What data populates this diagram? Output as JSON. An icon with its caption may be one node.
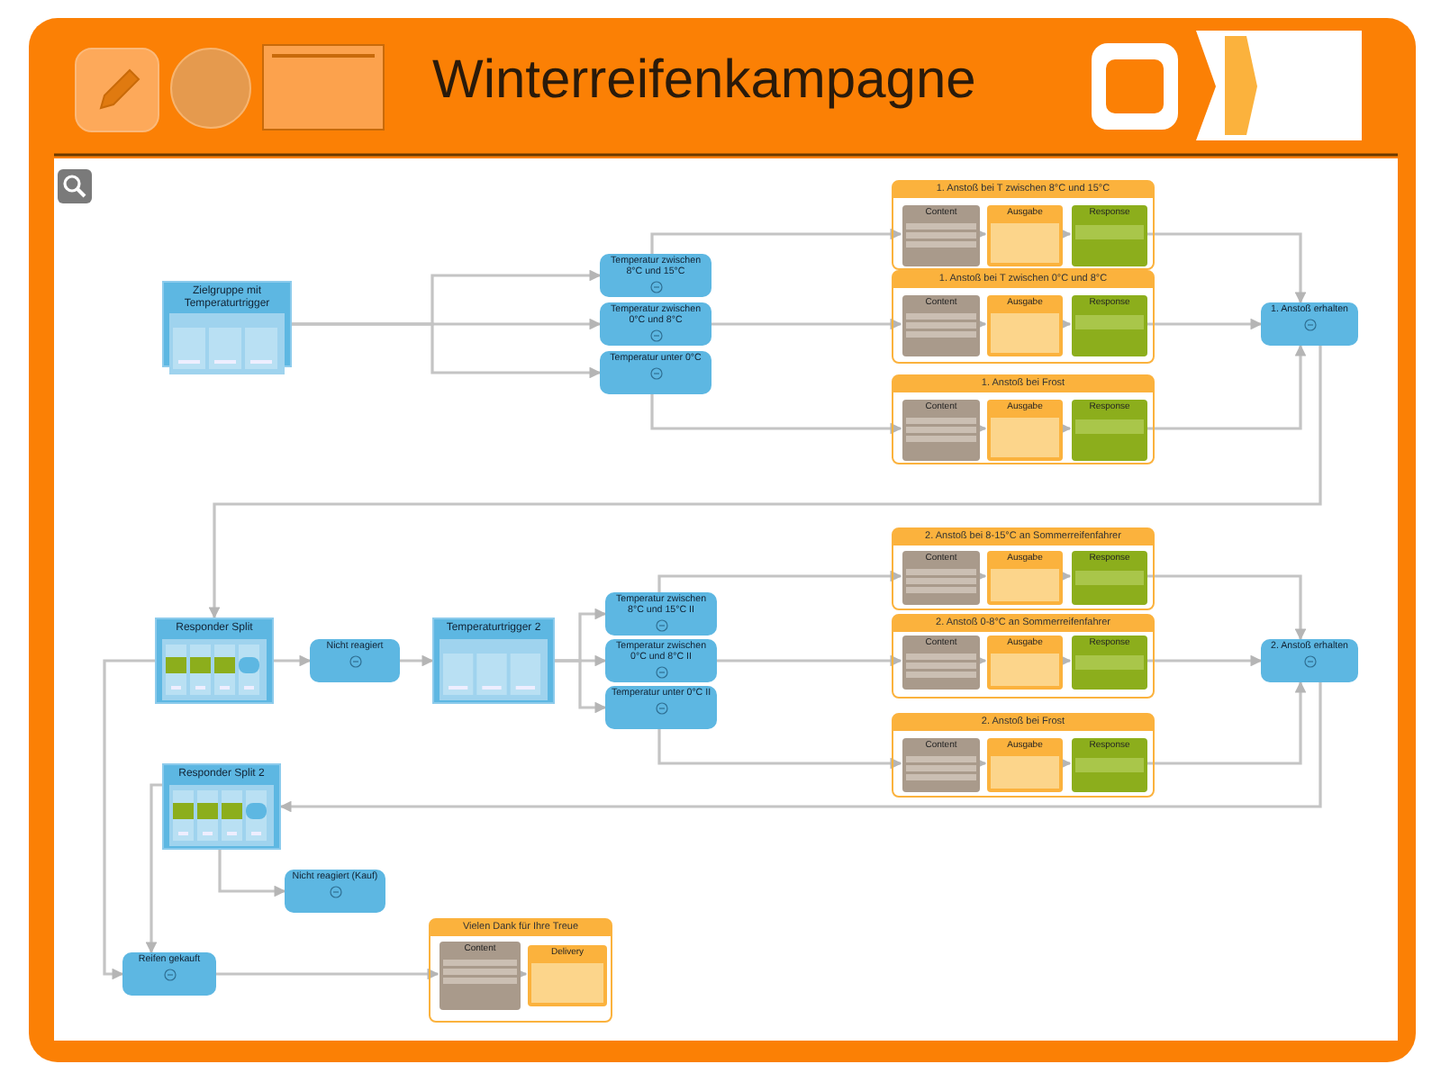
{
  "diagram": {
    "title": "Winterreifenkampagne",
    "nodes": [
      {
        "text": [
          "Zielgruppe mit Temperaturtrigger"
        ]
      },
      {
        "text": [
          "Temperatur zwischen 8°C und 15°C"
        ]
      },
      {
        "text": [
          "Temperatur zwischen 0°C und 8°C"
        ]
      },
      {
        "text": [
          "Temperatur unter 0°C"
        ]
      },
      {
        "text": [
          "1. Anstoß bei T zwischen 8°C und 15°C"
        ]
      },
      {
        "text": [
          "Content"
        ],
        "in": 4
      },
      {
        "text": [
          "Ausgabe"
        ],
        "in": 4
      },
      {
        "text": [
          "Response"
        ],
        "in": 4
      },
      {
        "text": [
          "1. Anstoß bei T zwischen 0°C und 8°C"
        ]
      },
      {
        "text": [
          "Content"
        ],
        "in": 8
      },
      {
        "text": [
          "Ausgabe"
        ],
        "in": 8
      },
      {
        "text": [
          "Response"
        ],
        "in": 8
      },
      {
        "text": [
          "1. Anstoß bei Frost"
        ]
      },
      {
        "text": [
          "Content"
        ],
        "in": 12
      },
      {
        "text": [
          "Ausgabe"
        ],
        "in": 12
      },
      {
        "text": [
          "Response"
        ],
        "in": 12
      },
      {
        "text": [
          "1. Anstoß erhalten"
        ]
      },
      {
        "text": [
          "Responder Split"
        ]
      },
      {
        "text": [
          "Nicht reagiert"
        ]
      },
      {
        "text": [
          "Temperaturtrigger 2"
        ]
      },
      {
        "text": [
          "Temperatur zwischen 8°C und 15°C II"
        ]
      },
      {
        "text": [
          "Temperatur zwischen 0°C und 8°C II"
        ]
      },
      {
        "text": [
          "Temperatur unter 0°C II"
        ]
      },
      {
        "text": [
          "2. Anstoß bei 8-15°C an Sommerreifenfahrer"
        ]
      },
      {
        "text": [
          "Content"
        ],
        "in": 23
      },
      {
        "text": [
          "Ausgabe"
        ],
        "in": 23
      },
      {
        "text": [
          "Response"
        ],
        "in": 23
      },
      {
        "text": [
          "2. Anstoß 0-8°C an Sommerreifenfahrer"
        ]
      },
      {
        "text": [
          "Content"
        ],
        "in": 27
      },
      {
        "text": [
          "Ausgabe"
        ],
        "in": 27
      },
      {
        "text": [
          "Response"
        ],
        "in": 27
      },
      {
        "text": [
          "2. Anstoß bei Frost"
        ]
      },
      {
        "text": [
          "Content"
        ],
        "in": 31
      },
      {
        "text": [
          "Ausgabe"
        ],
        "in": 31
      },
      {
        "text": [
          "Response"
        ],
        "in": 31
      },
      {
        "text": [
          "2. Anstoß erhalten"
        ]
      },
      {
        "text": [
          "Responder Split 2"
        ]
      },
      {
        "text": [
          "Nicht reagiert (Kauf)"
        ]
      },
      {
        "text": [
          "Reifen gekauft"
        ]
      },
      {
        "text": [
          "Vielen Dank für Ihre Treue"
        ]
      },
      {
        "text": [
          "Content"
        ],
        "in": 39
      },
      {
        "text": [
          "Delivery"
        ],
        "in": 39
      }
    ],
    "edges": [
      {
        "from": 0,
        "to": 1,
        "arrow": "to"
      },
      {
        "from": 0,
        "to": 2,
        "arrow": "to"
      },
      {
        "from": 0,
        "to": 3,
        "arrow": "to"
      },
      {
        "from": 1,
        "to": 5,
        "arrow": "to"
      },
      {
        "from": 2,
        "to": 9,
        "arrow": "to"
      },
      {
        "from": 3,
        "to": 13,
        "arrow": "to"
      },
      {
        "from": 5,
        "to": 6,
        "arrow": "to"
      },
      {
        "from": 6,
        "to": 7,
        "arrow": "to"
      },
      {
        "from": 9,
        "to": 10,
        "arrow": "to"
      },
      {
        "from": 10,
        "to": 11,
        "arrow": "to"
      },
      {
        "from": 13,
        "to": 14,
        "arrow": "to"
      },
      {
        "from": 14,
        "to": 15,
        "arrow": "to"
      },
      {
        "from": 7,
        "to": 16,
        "arrow": "to"
      },
      {
        "from": 11,
        "to": 16,
        "arrow": "to"
      },
      {
        "from": 15,
        "to": 16,
        "arrow": "to"
      },
      {
        "from": 16,
        "to": 17,
        "arrow": "to"
      },
      {
        "from": 17,
        "to": 18,
        "arrow": "to"
      },
      {
        "from": 18,
        "to": 19,
        "arrow": "to"
      },
      {
        "from": 19,
        "to": 20,
        "arrow": "to"
      },
      {
        "from": 19,
        "to": 21,
        "arrow": "to"
      },
      {
        "from": 19,
        "to": 22,
        "arrow": "to"
      },
      {
        "from": 20,
        "to": 24,
        "arrow": "to"
      },
      {
        "from": 21,
        "to": 28,
        "arrow": "to"
      },
      {
        "from": 22,
        "to": 32,
        "arrow": "to"
      },
      {
        "from": 24,
        "to": 25,
        "arrow": "to"
      },
      {
        "from": 25,
        "to": 26,
        "arrow": "to"
      },
      {
        "from": 28,
        "to": 29,
        "arrow": "to"
      },
      {
        "from": 29,
        "to": 30,
        "arrow": "to"
      },
      {
        "from": 32,
        "to": 33,
        "arrow": "to"
      },
      {
        "from": 33,
        "to": 34,
        "arrow": "to"
      },
      {
        "from": 26,
        "to": 35,
        "arrow": "to"
      },
      {
        "from": 30,
        "to": 35,
        "arrow": "to"
      },
      {
        "from": 34,
        "to": 35,
        "arrow": "to"
      },
      {
        "from": 35,
        "to": 36,
        "arrow": "to"
      },
      {
        "from": 17,
        "to": 38,
        "arrow": "to"
      },
      {
        "from": 36,
        "to": 38,
        "arrow": "to"
      },
      {
        "from": 36,
        "to": 37,
        "arrow": "to"
      },
      {
        "from": 38,
        "to": 40,
        "arrow": "to"
      },
      {
        "from": 40,
        "to": 41,
        "arrow": "to"
      }
    ]
  }
}
